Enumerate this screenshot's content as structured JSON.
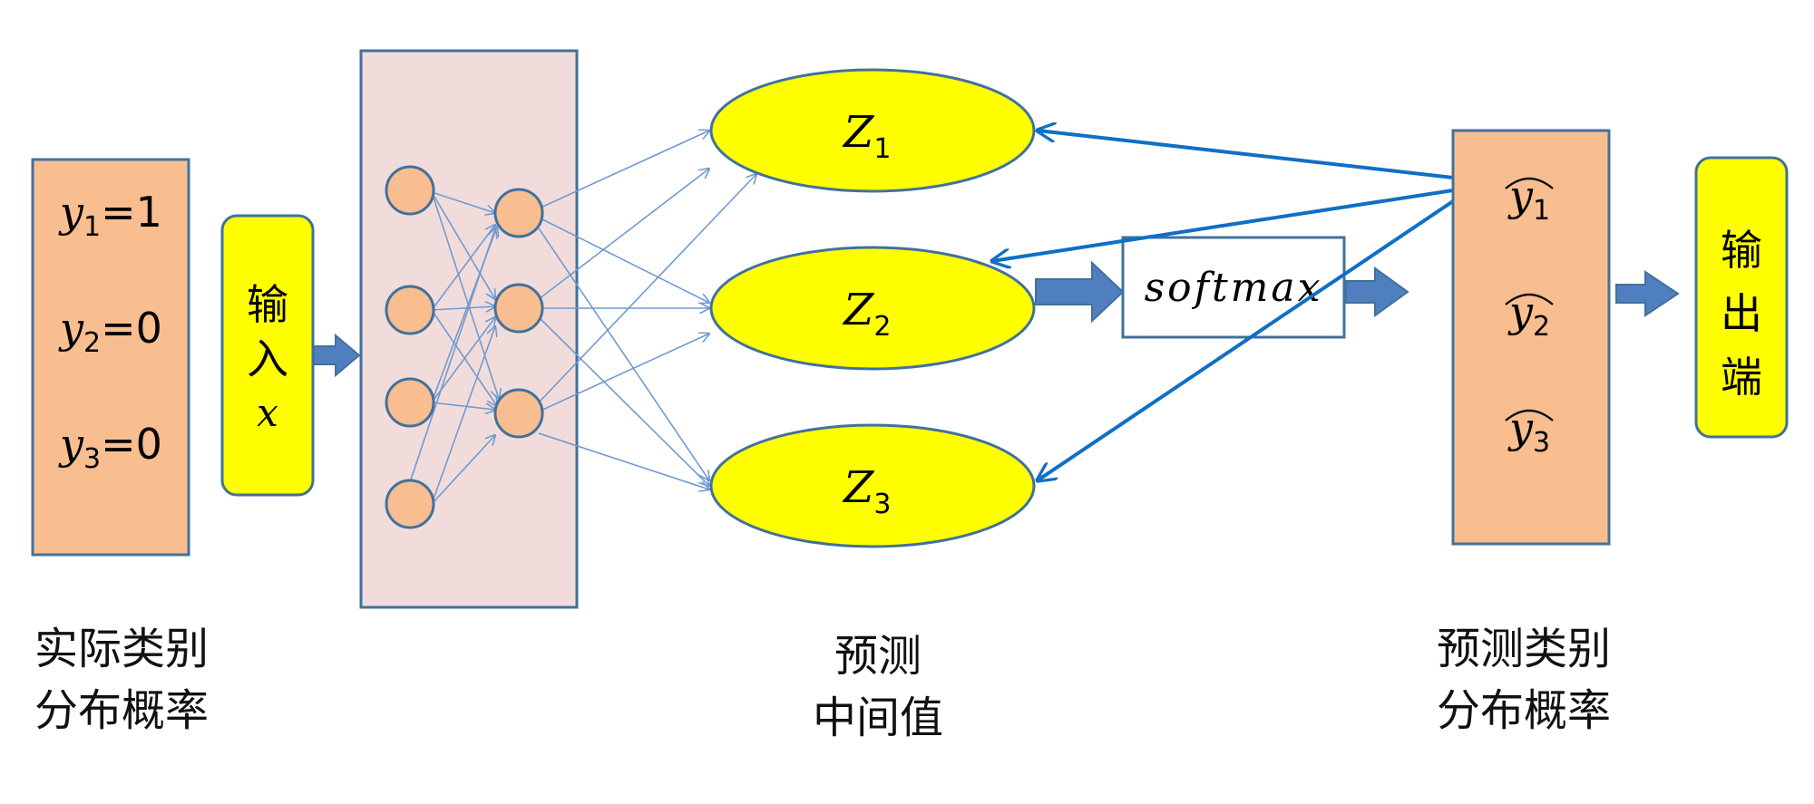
{
  "actual": {
    "items": [
      {
        "var": "y",
        "sub": "1",
        "val": "=1"
      },
      {
        "var": "y",
        "sub": "2",
        "val": "=0"
      },
      {
        "var": "y",
        "sub": "3",
        "val": "=0"
      }
    ],
    "caption_line1": "实际类别",
    "caption_line2": "分布概率"
  },
  "input": {
    "label_line1": "输",
    "label_line2": "入",
    "var": "x"
  },
  "logits": {
    "nodes": [
      {
        "var": "Z",
        "sub": "1"
      },
      {
        "var": "Z",
        "sub": "2"
      },
      {
        "var": "Z",
        "sub": "3"
      }
    ],
    "caption_line1": "预测",
    "caption_line2": "中间值"
  },
  "softmax": {
    "label": "softmax"
  },
  "predicted": {
    "items": [
      {
        "var": "y",
        "sub": "1"
      },
      {
        "var": "y",
        "sub": "2"
      },
      {
        "var": "y",
        "sub": "3"
      }
    ],
    "caption_line1": "预测类别",
    "caption_line2": "分布概率"
  },
  "output": {
    "label_line1": "输",
    "label_line2": "出",
    "label_line3": "端"
  },
  "colors": {
    "peach": "#F8BE90",
    "pink_box": "#F2DCDB",
    "yellow": "#FFFF00",
    "border_blue": "#41719C",
    "line_blue": "#6F9BD0",
    "arrow_blue": "#0F6FC6",
    "block_arrow": "#4F7FBF"
  }
}
